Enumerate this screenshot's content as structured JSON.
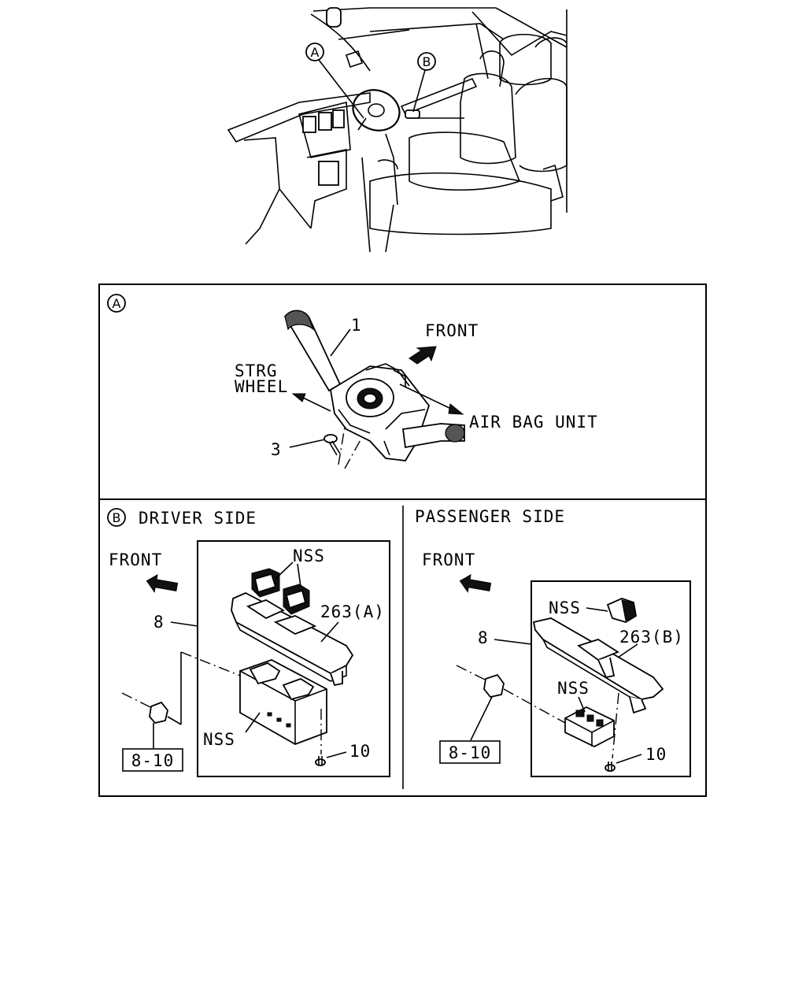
{
  "overview": {
    "callout_a": "A",
    "callout_b": "B"
  },
  "panel_a": {
    "marker": "A",
    "part_1": "1",
    "part_3": "3",
    "front_label": "FRONT",
    "strg_wheel_line1": "STRG",
    "strg_wheel_line2": "WHEEL",
    "air_bag_label": "AIR BAG UNIT"
  },
  "panel_b_driver": {
    "marker": "B",
    "title": "DRIVER SIDE",
    "front_label": "FRONT",
    "nss_top": "NSS",
    "part_263": "263(A)",
    "part_8": "8",
    "nss_bottom": "NSS",
    "part_10": "10",
    "ref_box": "8-10"
  },
  "panel_b_passenger": {
    "title": "PASSENGER SIDE",
    "front_label": "FRONT",
    "nss_top": "NSS",
    "part_263": "263(B)",
    "part_8": "8",
    "nss_bottom": "NSS",
    "part_10": "10",
    "ref_box": "8-10"
  }
}
